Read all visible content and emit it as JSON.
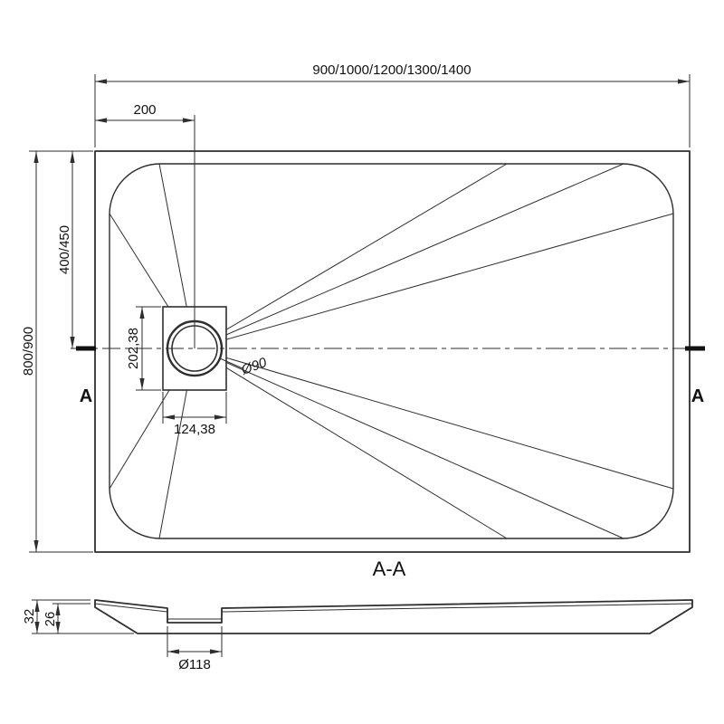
{
  "top_view": {
    "dim_width": "900/1000/1200/1300/1400",
    "dim_drain_offset": "200",
    "dim_height": "800/900",
    "dim_half_height": "400/450",
    "dim_recess_height": "202,38",
    "dim_recess_width": "124,38",
    "drain_diameter": "Ø90",
    "section_marker_left": "A",
    "section_marker_right": "A"
  },
  "section_view": {
    "title": "A-A",
    "dim_total_height": "32",
    "dim_inner_height": "26",
    "drain_hole_diameter": "Ø118"
  },
  "colors": {
    "line": "#2e2e2e",
    "text": "#111111",
    "background": "#ffffff"
  }
}
